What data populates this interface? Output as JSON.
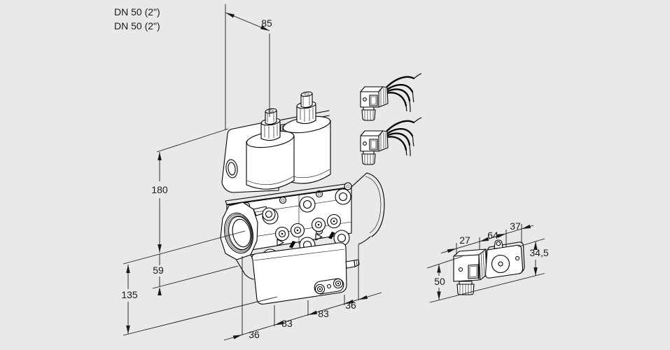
{
  "product": {
    "connection_label_1": "DN 50 (2\")",
    "connection_label_2": "DN 50 (2\")"
  },
  "dimensions_mm": {
    "solenoid_offset": "85",
    "height_above_center": "180",
    "center_to_body_bottom": "59",
    "center_to_regulator_bottom": "135",
    "length_chain": [
      "36",
      "83",
      "83",
      "36"
    ],
    "actuator_side_view": {
      "plug_width": "27",
      "body_length": "64",
      "end_width": "37",
      "height": "34,5",
      "plug_height": "50"
    }
  },
  "colors": {
    "background": "#e9e9e9",
    "line": "#000000",
    "text": "#1a1a1a"
  }
}
